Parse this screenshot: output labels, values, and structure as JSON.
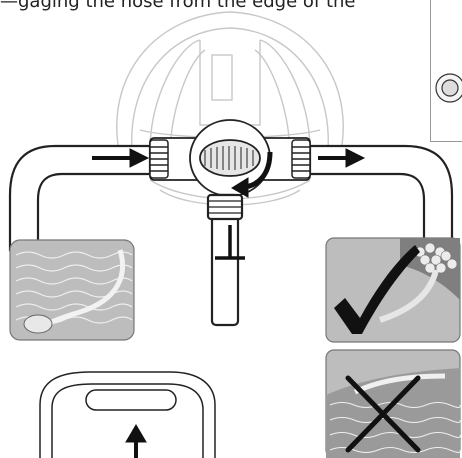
{
  "document": {
    "top_caption": "—gaging the hose from the edge of the"
  },
  "panels": {
    "bottom_left": {
      "icon": "wavy-water-hose-on-wall-icon"
    },
    "bottom_right_top": {
      "icon": "checkmark-icon",
      "meaning": "correct"
    },
    "bottom_right_bottom": {
      "icon": "x-icon",
      "meaning": "incorrect"
    },
    "lower_left": {
      "icon": "handle-up-arrow-icon"
    }
  },
  "colors": {
    "line": "#222222",
    "pipe_fill": "#ffffff",
    "panel_bg": "#bdbdbd",
    "panel_dark": "#7f7f7f",
    "water_line": "#eeeeee",
    "ghost_line": "#c8c8c8"
  }
}
